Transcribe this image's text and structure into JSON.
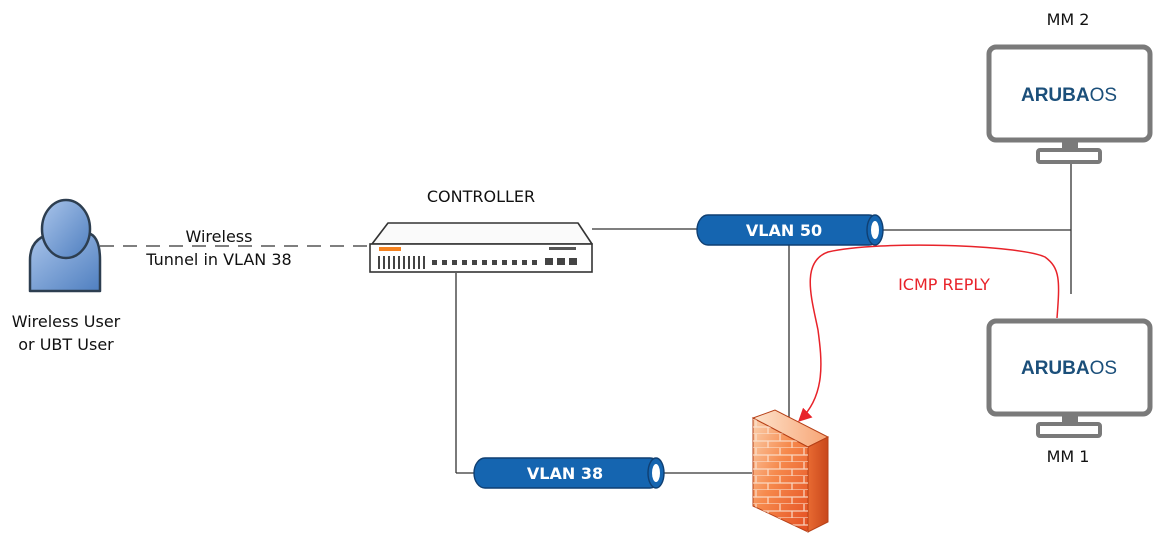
{
  "user": {
    "label_line1": "Wireless User",
    "label_line2": "or UBT User"
  },
  "tunnel": {
    "label_line1": "Wireless",
    "label_line2": "Tunnel in VLAN 38"
  },
  "controller": {
    "label": "CONTROLLER",
    "accent_color": "#f5821f"
  },
  "vlans": {
    "top": "VLAN 50",
    "bottom": "VLAN 38",
    "color": "#1565b0"
  },
  "traffic": {
    "label": "ICMP REPLY",
    "color": "#e8232a"
  },
  "mm2": {
    "label": "MM 2",
    "brand_bold": "ARUBA",
    "brand_light": "OS"
  },
  "mm1": {
    "label": "MM 1",
    "brand_bold": "ARUBA",
    "brand_light": "OS"
  },
  "icons": {
    "user": "user-icon",
    "controller": "controller-icon",
    "firewall": "firewall-icon",
    "monitor": "monitor-icon"
  }
}
